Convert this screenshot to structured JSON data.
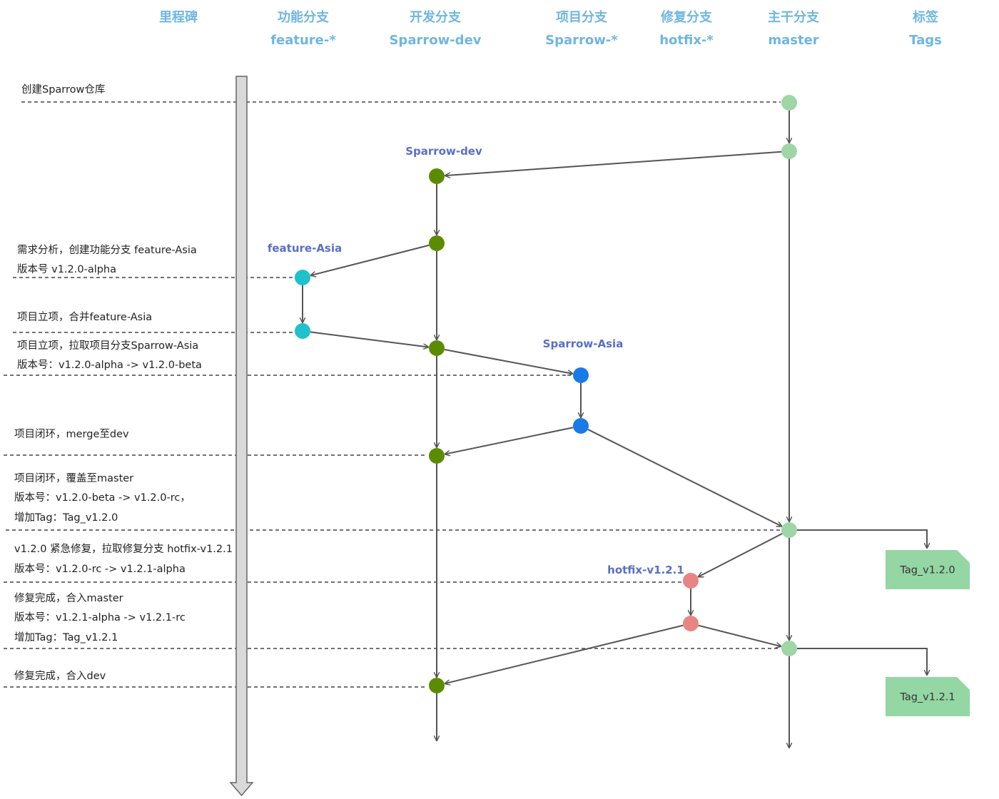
{
  "colors": {
    "header": "#6fb6e0",
    "branch_label": "#5a6fc2",
    "master": "#9ed6a6",
    "dev": "#5b8c00",
    "feature": "#1ec1cc",
    "project": "#1a7ae8",
    "hotfix": "#e88484",
    "tag_fill": "#94d6a4",
    "timeline_fill": "#d9d9d9",
    "timeline_stroke": "#666666"
  },
  "columns": [
    {
      "id": "milestone",
      "title": "里程碑",
      "subtitle": ""
    },
    {
      "id": "feature",
      "title": "功能分支",
      "subtitle": "feature-*"
    },
    {
      "id": "dev",
      "title": "开发分支",
      "subtitle": "Sparrow-dev"
    },
    {
      "id": "project",
      "title": "项目分支",
      "subtitle": "Sparrow-*"
    },
    {
      "id": "hotfix",
      "title": "修复分支",
      "subtitle": "hotfix-*"
    },
    {
      "id": "master",
      "title": "主干分支",
      "subtitle": "master"
    },
    {
      "id": "tags",
      "title": "标签",
      "subtitle": "Tags"
    }
  ],
  "branch_labels": [
    {
      "id": "dev",
      "text": "Sparrow-dev"
    },
    {
      "id": "feature",
      "text": "feature-Asia"
    },
    {
      "id": "project",
      "text": "Sparrow-Asia"
    },
    {
      "id": "hotfix",
      "text": "hotfix-v1.2.1"
    }
  ],
  "milestones": [
    {
      "id": "create",
      "lines": [
        "创建Sparrow仓库"
      ]
    },
    {
      "id": "feature",
      "lines": [
        "需求分析，创建功能分支 feature-Asia",
        "版本号 v1.2.0-alpha"
      ]
    },
    {
      "id": "merge-feature",
      "lines": [
        "项目立项，合并feature-Asia"
      ]
    },
    {
      "id": "project",
      "lines": [
        "项目立项，拉取项目分支Sparrow-Asia",
        "版本号：v1.2.0-alpha -> v1.2.0-beta"
      ]
    },
    {
      "id": "close-dev",
      "lines": [
        "项目闭环，merge至dev"
      ]
    },
    {
      "id": "close-master",
      "lines": [
        "项目闭环，覆盖至master",
        "版本号：v1.2.0-beta -> v1.2.0-rc，",
        "增加Tag：Tag_v1.2.0"
      ]
    },
    {
      "id": "hotfix",
      "lines": [
        "v1.2.0 紧急修复，拉取修复分支 hotfix-v1.2.1",
        "版本号：v1.2.0-rc -> v1.2.1-alpha"
      ]
    },
    {
      "id": "fix-master",
      "lines": [
        "修复完成，合入master",
        "版本号：v1.2.1-alpha -> v1.2.1-rc",
        "增加Tag：Tag_v1.2.1"
      ]
    },
    {
      "id": "fix-dev",
      "lines": [
        "修复完成，合入dev"
      ]
    }
  ],
  "tags": [
    {
      "id": "v120",
      "label": "Tag_v1.2.0"
    },
    {
      "id": "v121",
      "label": "Tag_v1.2.1"
    }
  ],
  "commits": [
    {
      "id": "m1",
      "branch": "master"
    },
    {
      "id": "m2",
      "branch": "master"
    },
    {
      "id": "m3",
      "branch": "master"
    },
    {
      "id": "m4",
      "branch": "master"
    },
    {
      "id": "d1",
      "branch": "dev"
    },
    {
      "id": "d2",
      "branch": "dev"
    },
    {
      "id": "d3",
      "branch": "dev"
    },
    {
      "id": "d4",
      "branch": "dev"
    },
    {
      "id": "d5",
      "branch": "dev"
    },
    {
      "id": "f1",
      "branch": "feature"
    },
    {
      "id": "f2",
      "branch": "feature"
    },
    {
      "id": "p1",
      "branch": "project"
    },
    {
      "id": "p2",
      "branch": "project"
    },
    {
      "id": "h1",
      "branch": "hotfix"
    },
    {
      "id": "h2",
      "branch": "hotfix"
    }
  ],
  "edges": [
    {
      "from": "m1",
      "to": "m2"
    },
    {
      "from": "m2",
      "to": "d1"
    },
    {
      "from": "m2",
      "to": "m3"
    },
    {
      "from": "m3",
      "to": "m4"
    },
    {
      "from": "m3",
      "to": "h1"
    },
    {
      "from": "d1",
      "to": "d2"
    },
    {
      "from": "d2",
      "to": "f1"
    },
    {
      "from": "d2",
      "to": "d3"
    },
    {
      "from": "f1",
      "to": "f2"
    },
    {
      "from": "f2",
      "to": "d3"
    },
    {
      "from": "d3",
      "to": "p1"
    },
    {
      "from": "d3",
      "to": "d4"
    },
    {
      "from": "p1",
      "to": "p2"
    },
    {
      "from": "p2",
      "to": "d4"
    },
    {
      "from": "p2",
      "to": "m3"
    },
    {
      "from": "d4",
      "to": "d5"
    },
    {
      "from": "h1",
      "to": "h2"
    },
    {
      "from": "h2",
      "to": "m4"
    },
    {
      "from": "h2",
      "to": "d5"
    }
  ]
}
